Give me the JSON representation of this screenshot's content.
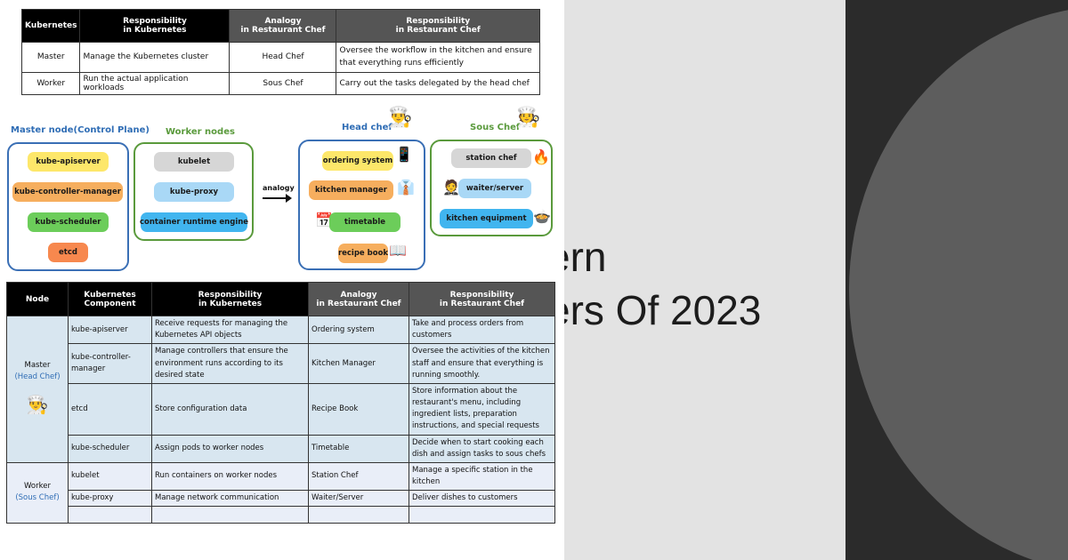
{
  "slide": {
    "line1": "ern",
    "line2": "ers Of 2023"
  },
  "table1": {
    "headers": [
      "Kubernetes",
      "Responsibility\nin Kubernetes",
      "Analogy\nin Restaurant Chef",
      "Responsibility\nin Restaurant Chef"
    ],
    "rows": [
      [
        "Master",
        "Manage the Kubernetes cluster",
        "Head Chef",
        "Oversee the workflow in the kitchen and ensure that everything runs efficiently"
      ],
      [
        "Worker",
        "Run the actual application workloads",
        "Sous Chef",
        "Carry out the tasks delegated by the head chef"
      ]
    ]
  },
  "diagram": {
    "master_title": "Master node(Control Plane)",
    "master_items": [
      "kube-apiserver",
      "kube-controller-manager",
      "kube-scheduler",
      "etcd"
    ],
    "worker_title": "Worker nodes",
    "worker_items": [
      "kubelet",
      "kube-proxy",
      "container runtime engine"
    ],
    "arrow_label": "analogy",
    "head_title": "Head chef",
    "head_items": [
      "ordering system",
      "kitchen manager",
      "timetable",
      "recipe book"
    ],
    "sous_title": "Sous Chef",
    "sous_items": [
      "station chef",
      "waiter/server",
      "kitchen equipment"
    ],
    "colors": {
      "blue_border": "#3a6fb5",
      "green_border": "#5a9a3c"
    }
  },
  "table2": {
    "headers": [
      "Node",
      "Kubernetes\nComponent",
      "Responsibility\nin Kubernetes",
      "Analogy\nin Restaurant Chef",
      "Responsibility\nin Restaurant Chef"
    ],
    "master_label": "Master",
    "master_sub": "(Head Chef)",
    "worker_label": "Worker",
    "worker_sub": "(Sous Chef)",
    "master_rows": [
      [
        "kube-apiserver",
        "Receive requests for managing the Kubernetes API objects",
        "Ordering system",
        "Take and process orders from customers"
      ],
      [
        "kube-controller-manager",
        "Manage controllers that ensure the environment runs according to its desired state",
        "Kitchen Manager",
        "Oversee the activities of the kitchen staff and ensure that everything is running smoothly."
      ],
      [
        "etcd",
        "Store configuration data",
        "Recipe Book",
        "Store information about the restaurant's menu, including ingredient lists, preparation instructions, and special requests"
      ],
      [
        "kube-scheduler",
        "Assign pods to worker nodes",
        "Timetable",
        "Decide when to start cooking each dish and assign tasks to sous chefs"
      ]
    ],
    "worker_rows": [
      [
        "kubelet",
        "Run containers on worker nodes",
        "Station Chef",
        "Manage a specific station in the kitchen"
      ],
      [
        "kube-proxy",
        "Manage network communication",
        "Waiter/Server",
        "Deliver dishes to customers"
      ]
    ]
  }
}
